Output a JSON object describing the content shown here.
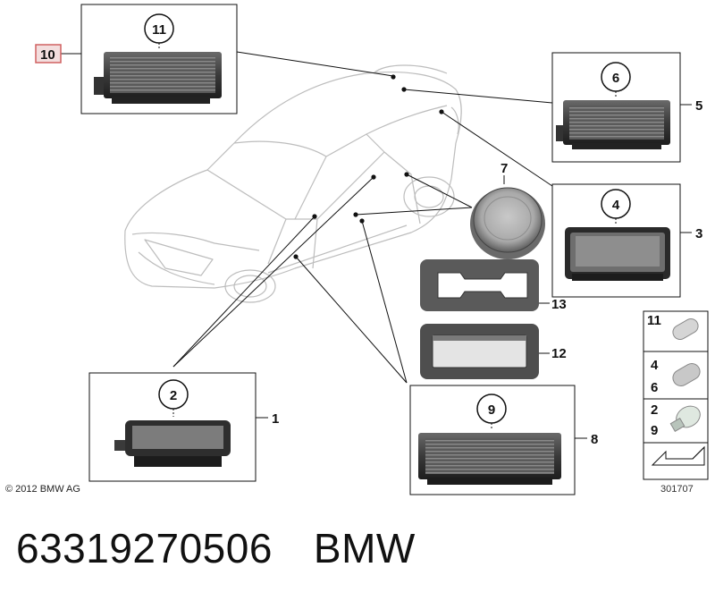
{
  "callouts": {
    "c11": "11",
    "c10": "10",
    "c6": "6",
    "c5": "5",
    "c7": "7",
    "c4": "4",
    "c3": "3",
    "c13": "13",
    "c12": "12",
    "c2": "2",
    "c1": "1",
    "c9": "9",
    "c8": "8"
  },
  "bulb_chart": {
    "rows": [
      {
        "numbers": [
          "11"
        ]
      },
      {
        "numbers": [
          "4",
          "6"
        ]
      },
      {
        "numbers": [
          "2",
          "9"
        ]
      }
    ]
  },
  "copyright": "© 2012 BMW AG",
  "reference": "301707",
  "caption": {
    "part_number": "63319270506",
    "brand": "BMW"
  }
}
